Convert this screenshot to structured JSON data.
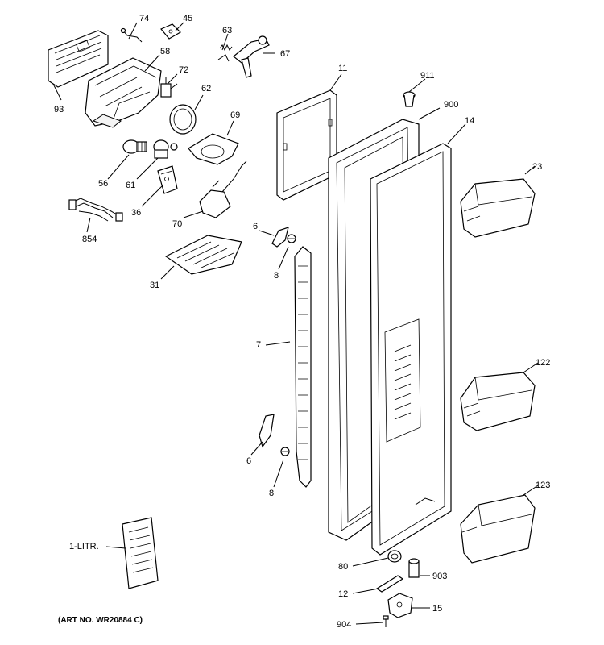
{
  "art_no": "(ART NO. WR20884 C)",
  "labels": {
    "p74": "74",
    "p45": "45",
    "p63": "63",
    "p67": "67",
    "p58": "58",
    "p72": "72",
    "p93": "93",
    "p62": "62",
    "p69": "69",
    "p11": "11",
    "p911": "911",
    "p900": "900",
    "p14": "14",
    "p56": "56",
    "p61": "61",
    "p36": "36",
    "p854": "854",
    "p70": "70",
    "p6a": "6",
    "p8a": "8",
    "p31": "31",
    "p23": "23",
    "p7": "7",
    "p122": "122",
    "p6b": "6",
    "p8b": "8",
    "p123": "123",
    "p1litr": "1-LITR.",
    "p80": "80",
    "p903": "903",
    "p12": "12",
    "p15": "15",
    "p904": "904"
  }
}
